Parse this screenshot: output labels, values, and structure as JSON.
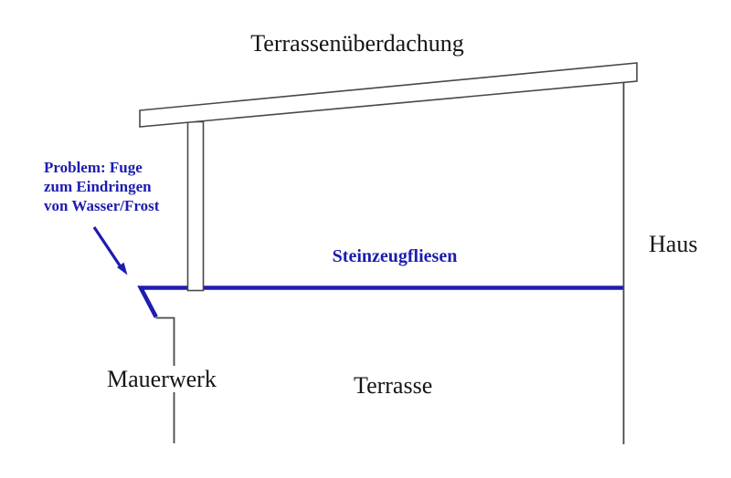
{
  "title": "Terrassenüberdachung",
  "annotations": {
    "problem_note": {
      "line1": "Problem: Fuge",
      "line2": "zum Eindringen",
      "line3": "von Wasser/Frost"
    },
    "tiles_label": "Steinzeugfliesen",
    "house_label": "Haus",
    "masonry_label": "Mauerwerk",
    "terrace_label": "Terrasse"
  },
  "icons": {
    "problem_arrow": "arrow-down-right"
  },
  "colors": {
    "annotation_blue": "#1d1daf",
    "line_gray": "#484848",
    "text_black": "#151515",
    "background": "#ffffff"
  }
}
